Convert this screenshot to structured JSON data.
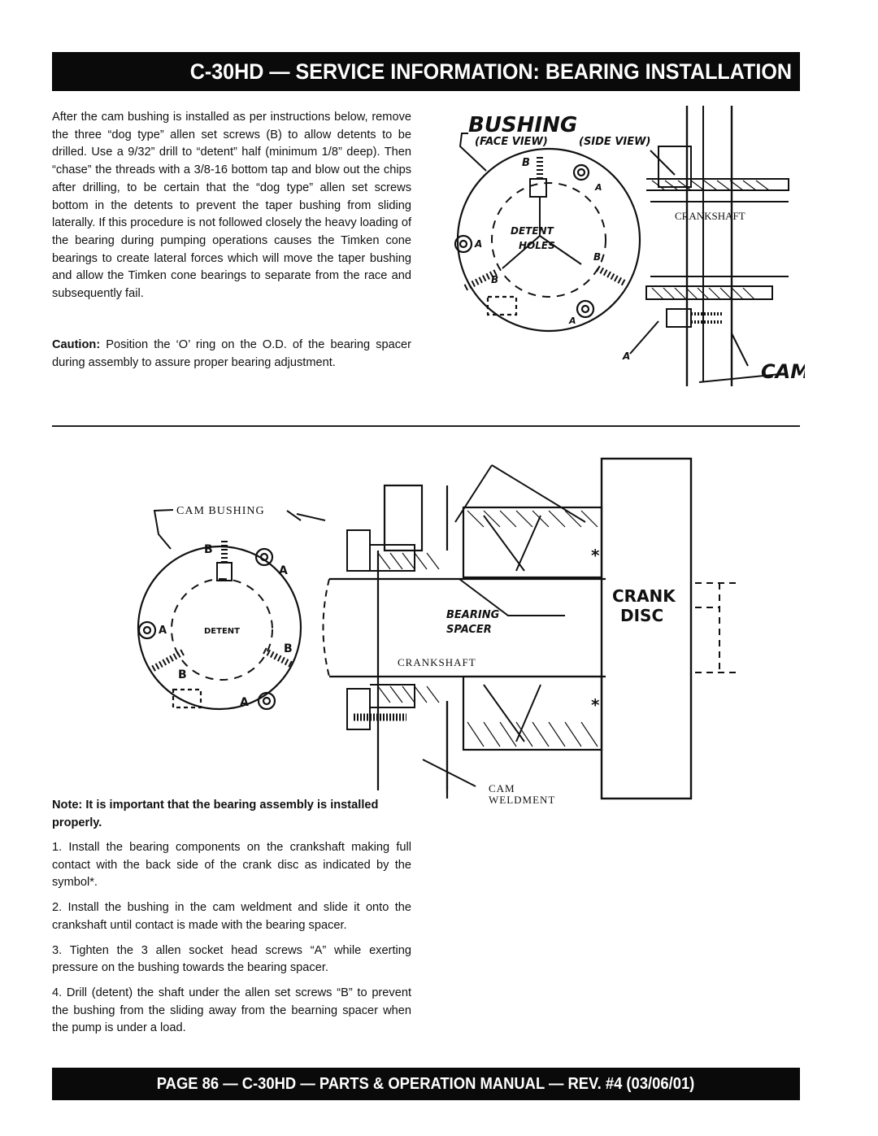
{
  "header": {
    "title": "C-30HD — SERVICE INFORMATION: BEARING INSTALLATION"
  },
  "intro": "After the cam bushing is installed as per instructions below, remove the three “dog type” allen set screws (B) to allow detents to be drilled. Use a 9/32” drill to “detent” half (minimum 1/8” deep). Then “chase” the threads with a 3/8-16 bottom tap and blow out the chips after drilling, to be certain that the “dog type” allen set screws bottom in the detents to prevent the taper bushing from sliding laterally. If this procedure is not followed closely the heavy loading of the bearing during pumping operations causes the Timken cone bearings to create lateral forces which will move the taper bushing and allow the Timken cone bearings to separate from the race and subsequently fail.",
  "caution": {
    "label": "Caution:",
    "text": " Position the ‘O’ ring on the O.D. of the bearing spacer during assembly to assure proper bearing adjustment."
  },
  "figure1": {
    "title": "BUSHING",
    "face_view": "(FACE VIEW)",
    "side_view": "(SIDE VIEW)",
    "detent": "DETENT",
    "holes": "HOLES",
    "crankshaft": "CRANKSHAFT",
    "cam": "CAM",
    "label_a": "A",
    "label_b": "B"
  },
  "figure2": {
    "cam_bushing": "CAM BUSHING",
    "detent": "DETENT",
    "bearing": "BEARING",
    "spacer": "SPACER",
    "crankshaft": "CRANKSHAFT",
    "crank": "CRANK",
    "disc": "DISC",
    "cam": "CAM",
    "weldment": "WELDMENT",
    "label_a": "A",
    "label_b": "B",
    "star": "*"
  },
  "note": "Note: It is important that the bearing assembly is installed properly.",
  "steps": [
    "1. Install the bearing components on the crankshaft making full contact with the back side of the crank disc as indicated by the symbol*.",
    "2. Install the bushing in the cam weldment and slide it onto the crankshaft until contact is made with the bearing spacer.",
    "3. Tighten the 3 allen socket head screws “A” while exerting pressure on the bushing towards the bearing spacer.",
    "4. Drill (detent) the shaft under the allen set screws “B” to prevent the bushing from the sliding away from the bearning spacer when the pump is under a load."
  ],
  "footer": {
    "text": "PAGE 86 — C-30HD — PARTS & OPERATION MANUAL — REV. #4 (03/06/01)"
  }
}
